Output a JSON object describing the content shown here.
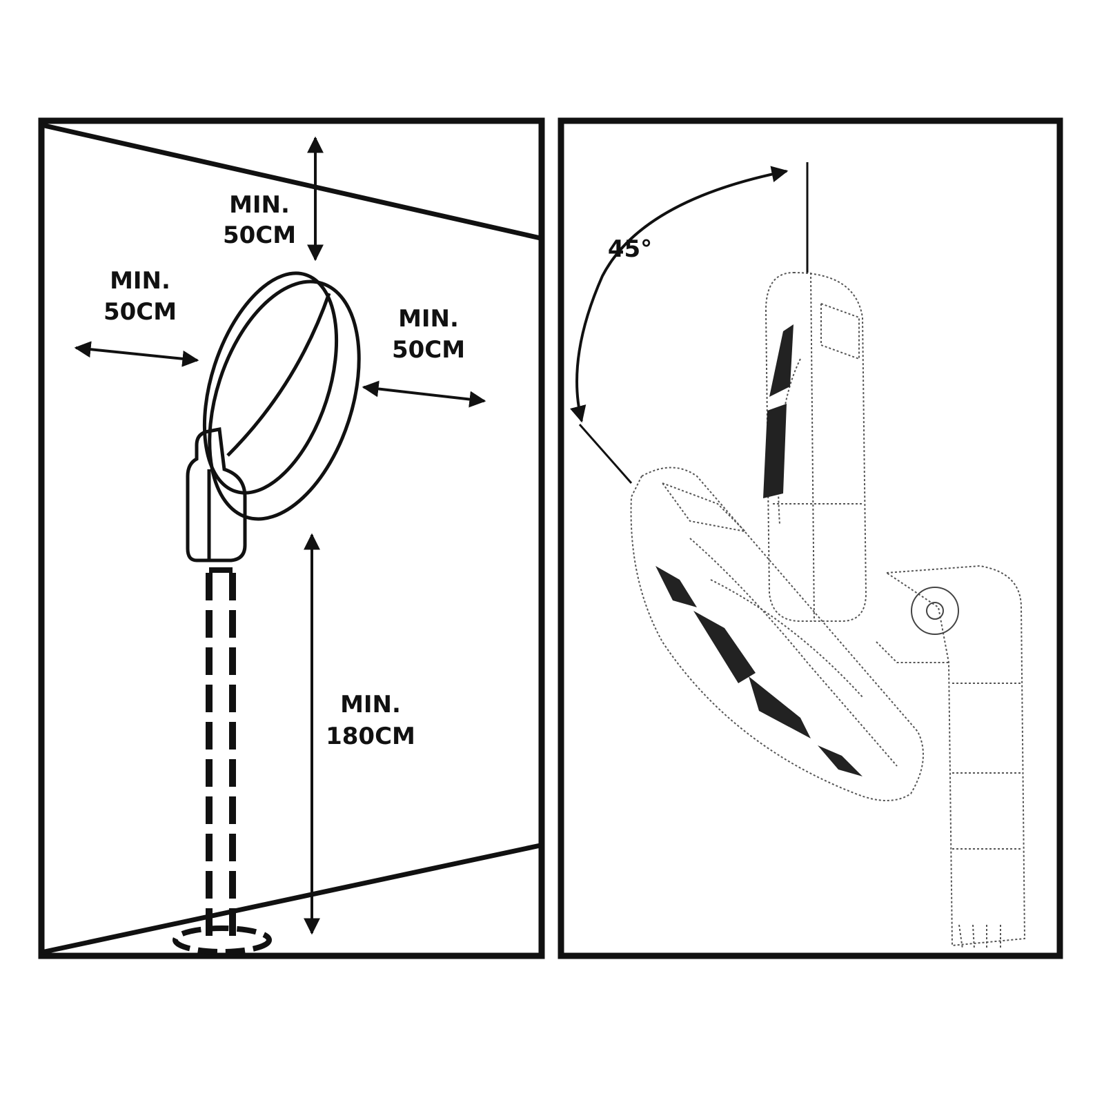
{
  "left_panel": {
    "labels": {
      "top": [
        "MIN.",
        "50CM"
      ],
      "left": [
        "MIN.",
        "50CM"
      ],
      "right": [
        "MIN.",
        "50CM"
      ],
      "bottom": [
        "MIN.",
        "180CM"
      ]
    }
  },
  "right_panel": {
    "angle_label": "45°"
  }
}
